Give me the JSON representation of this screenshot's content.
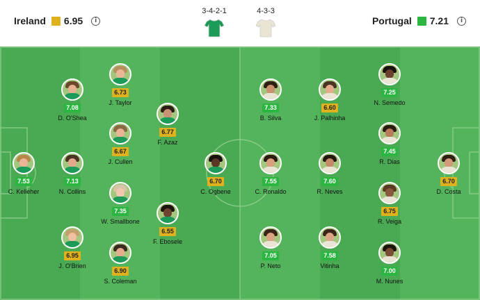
{
  "home": {
    "name": "Ireland",
    "rating": "6.95",
    "color": "#dfb11c",
    "formation": "3-4-2-1"
  },
  "away": {
    "name": "Portugal",
    "rating": "7.21",
    "color": "#2bb641",
    "formation": "4-3-3"
  },
  "info_icon": "i",
  "colors": {
    "pitch_light": "#53b45c",
    "pitch_dark": "#4aaa53",
    "rating_green": "#2bb641",
    "rating_yellow": "#dfb11c",
    "home_kit": "#1b9a58",
    "away_kit": "#e9e4d3"
  },
  "players": [
    {
      "name": "C. Kelleher",
      "rating": "7.53",
      "level": "g"
    },
    {
      "name": "D. O'Shea",
      "rating": "7.08",
      "level": "g"
    },
    {
      "name": "N. Collins",
      "rating": "7.13",
      "level": "g"
    },
    {
      "name": "J. O'Brien",
      "rating": "6.95",
      "level": "y"
    },
    {
      "name": "J. Taylor",
      "rating": "6.73",
      "level": "y"
    },
    {
      "name": "J. Cullen",
      "rating": "6.67",
      "level": "y"
    },
    {
      "name": "W. Smallbone",
      "rating": "7.35",
      "level": "g"
    },
    {
      "name": "S. Coleman",
      "rating": "6.90",
      "level": "y"
    },
    {
      "name": "F. Azaz",
      "rating": "6.77",
      "level": "y"
    },
    {
      "name": "F. Ebosele",
      "rating": "6.55",
      "level": "y"
    },
    {
      "name": "C. Ogbene",
      "rating": "6.70",
      "level": "y"
    },
    {
      "name": "C. Ronaldo",
      "rating": "7.55",
      "level": "g"
    },
    {
      "name": "B. Silva",
      "rating": "7.33",
      "level": "g"
    },
    {
      "name": "P. Neto",
      "rating": "7.05",
      "level": "g"
    },
    {
      "name": "J. Palhinha",
      "rating": "6.60",
      "level": "y"
    },
    {
      "name": "R. Neves",
      "rating": "7.60",
      "level": "g"
    },
    {
      "name": "Vitinha",
      "rating": "7.58",
      "level": "g"
    },
    {
      "name": "N. Semedo",
      "rating": "7.25",
      "level": "g"
    },
    {
      "name": "R. Dias",
      "rating": "7.45",
      "level": "g"
    },
    {
      "name": "R. Veiga",
      "rating": "6.75",
      "level": "y"
    },
    {
      "name": "M. Nunes",
      "rating": "7.00",
      "level": "g"
    },
    {
      "name": "D. Costa",
      "rating": "6.70",
      "level": "y"
    }
  ]
}
